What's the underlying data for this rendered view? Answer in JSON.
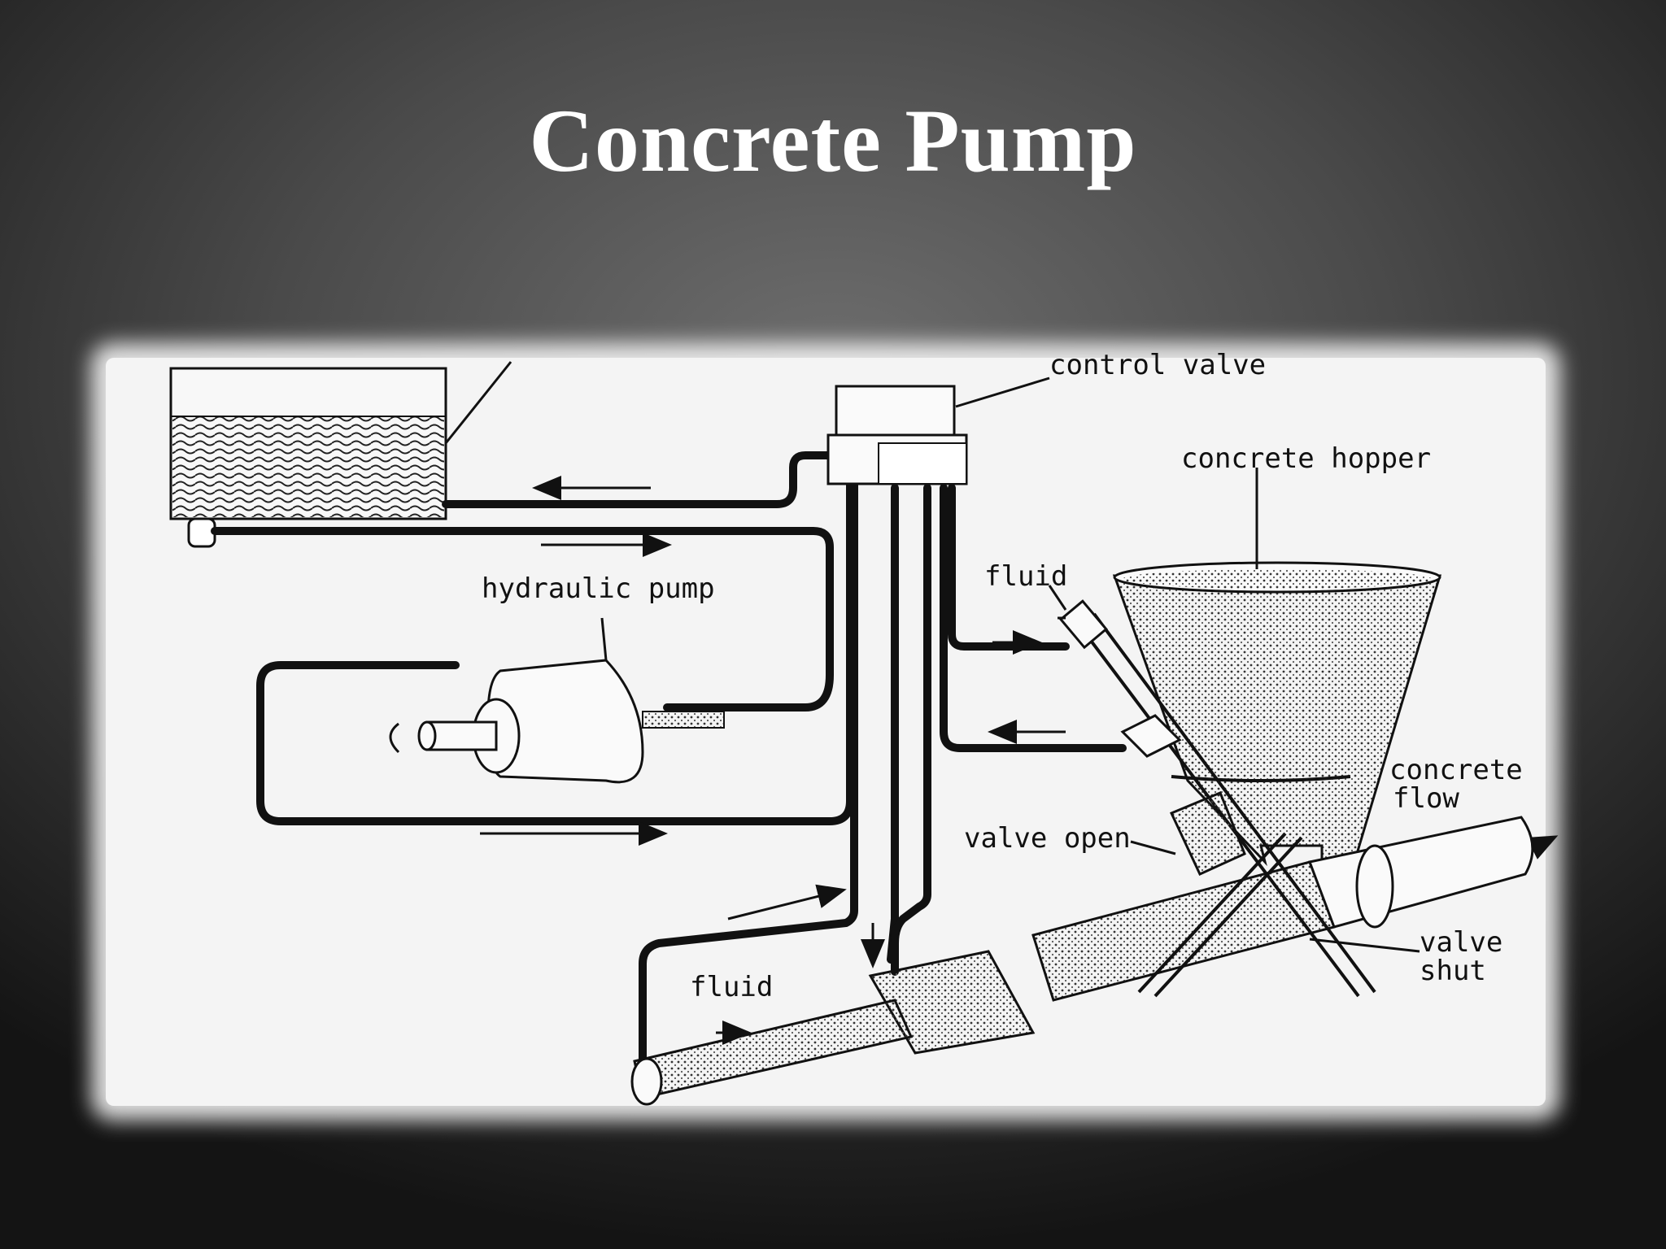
{
  "slide": {
    "title": "Concrete Pump"
  },
  "diagram": {
    "labels": {
      "control_valve": "control valve",
      "concrete_hopper": "concrete hopper",
      "hydraulic_pump": "hydraulic pump",
      "fluid_top": "fluid",
      "concrete_flow_1": "concrete",
      "concrete_flow_2": "flow",
      "valve_open": "valve open",
      "valve_shut_1": "valve",
      "valve_shut_2": "shut",
      "fluid_bottom": "fluid"
    }
  },
  "colors": {
    "background": "#4a4a4a",
    "panel": "#f4f4f4",
    "ink": "#111111",
    "title": "#ffffff"
  }
}
